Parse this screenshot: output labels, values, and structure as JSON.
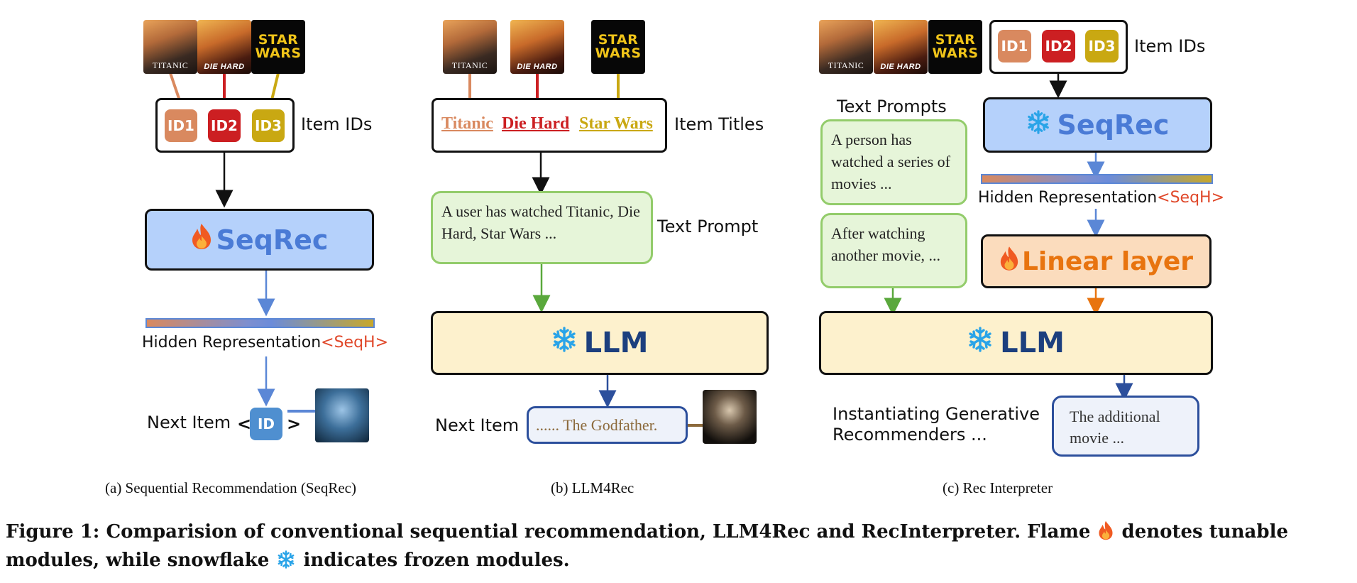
{
  "posters": {
    "titanic": "TITANIC",
    "die_hard": "DIE HARD",
    "star_wars": "STAR WARS"
  },
  "ids": {
    "id1": "ID1",
    "id2": "ID2",
    "id3": "ID3",
    "next_id": "ID"
  },
  "panel_a": {
    "item_ids_label": "Item IDs",
    "seqrec": "SeqRec",
    "hidden_label": "Hidden Representation",
    "seqh_tag": "<SeqH>",
    "next_item_label": "Next Item",
    "lt": "<",
    "gt": ">",
    "caption": "(a)  Sequential Recommendation (SeqRec)"
  },
  "panel_b": {
    "titles": [
      "Titanic",
      "Die Hard",
      "Star Wars"
    ],
    "item_titles_label": "Item Titles",
    "prompt_text": "A user has watched Titanic, Die Hard, Star Wars ...",
    "text_prompt_label": "Text Prompt",
    "llm": "LLM",
    "next_item_label": "Next Item",
    "next_item_value": "...... The Godfather.",
    "caption": "(b)  LLM4Rec"
  },
  "panel_c": {
    "item_ids_label": "Item IDs",
    "text_prompts_label": "Text Prompts",
    "prompt1": "A person has watched a series of movies ...",
    "prompt2": "After watching another movie, ...",
    "seqrec": "SeqRec",
    "hidden_label": "Hidden Representation",
    "seqh_tag": "<SeqH>",
    "linear": "Linear layer",
    "llm": "LLM",
    "instantiating": "Instantiating Generative Recommenders ...",
    "output": "The additional movie ...",
    "caption": "(c)  Rec Interpreter"
  },
  "figure_caption": {
    "line1_a": "Figure 1: Comparision of conventional sequential recommendation, LLM4Rec and RecInterpreter. Flame",
    "line1_b": "denotes tunable",
    "line2_a": "modules, while snowflake",
    "line2_b": "indicates frozen modules."
  },
  "icons": {
    "flame": "flame-icon",
    "snowflake": "snowflake-icon"
  },
  "colors": {
    "id1": "#d9895f",
    "id2": "#cc1f22",
    "id3": "#c9a812",
    "seqrec_fill": "#b5d1fb",
    "seqrec_text": "#4a7bd6",
    "llm_fill": "#fdf1cd",
    "llm_text": "#1c3f7e",
    "linear_fill": "#fbdcbd",
    "linear_text": "#e8740f",
    "prompt_fill": "#e6f5d9",
    "prompt_border": "#93cc6b",
    "seqh": "#e0482a"
  }
}
